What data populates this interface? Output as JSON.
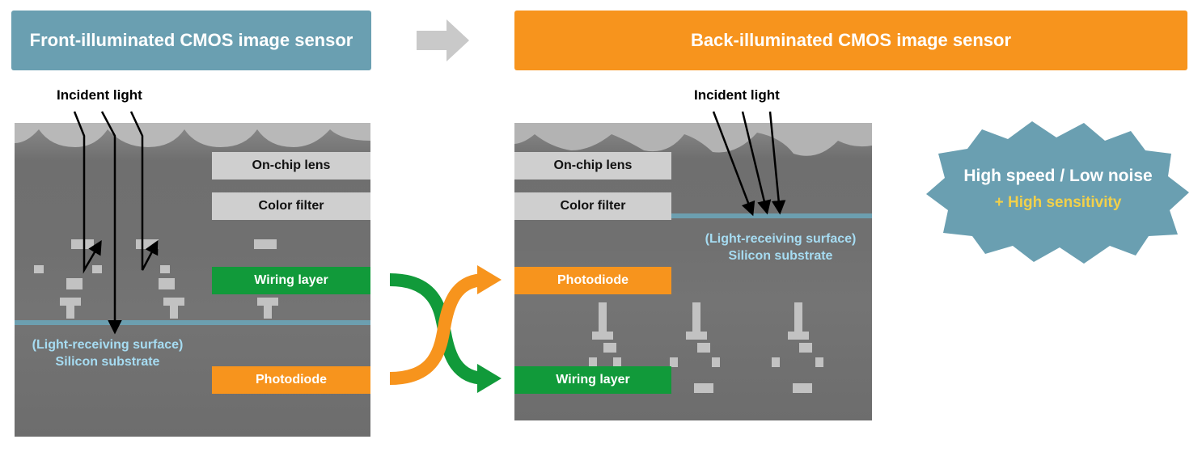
{
  "front": {
    "header": "Front-illuminated CMOS image sensor",
    "incident_light": "Incident light",
    "on_chip_lens": "On-chip lens",
    "color_filter": "Color filter",
    "wiring_layer": "Wiring layer",
    "photodiode": "Photodiode",
    "substrate_line1": "(Light-receiving surface)",
    "substrate_line2": "Silicon substrate"
  },
  "back": {
    "header": "Back-illuminated CMOS image sensor",
    "incident_light": "Incident light",
    "on_chip_lens": "On-chip lens",
    "color_filter": "Color filter",
    "photodiode": "Photodiode",
    "wiring_layer": "Wiring layer",
    "substrate_line1": "(Light-receiving surface)",
    "substrate_line2": "Silicon substrate"
  },
  "badge": {
    "line1": "High speed / Low noise",
    "line2": "+ High sensitivity"
  },
  "colors": {
    "front_header": "#6a9fb1",
    "back_header": "#f7941d",
    "wiring": "#119a3a",
    "photodiode": "#f7941d",
    "badge": "#6a9fb1",
    "badge_highlight": "#f2d04a",
    "substrate_text": "#a6dcf2"
  }
}
